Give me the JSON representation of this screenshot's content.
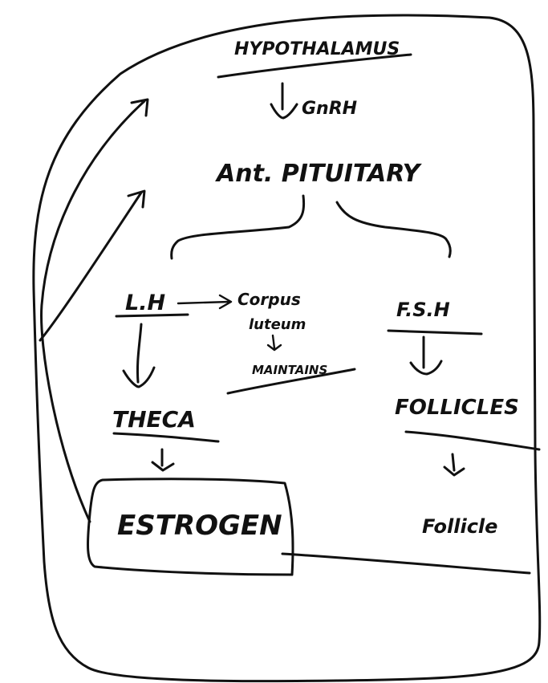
{
  "nodes": {
    "hypothalamus": "HYPOTHALAMUS",
    "gnrh": "GnRH",
    "ant_pituitary": "Ant. PITUITARY",
    "lh": "L.H",
    "corpus_luteum": "Corpus",
    "corpus_luteum_line2": "luteum",
    "maintains": "MAINTAINS",
    "fsh": "F.S.H",
    "theca": "THECA",
    "follicles": "FOLLICLES",
    "estrogen": "ESTROGEN",
    "follicle": "Follicle"
  },
  "colors": {
    "ink": "#111111",
    "paper": "#ffffff"
  }
}
